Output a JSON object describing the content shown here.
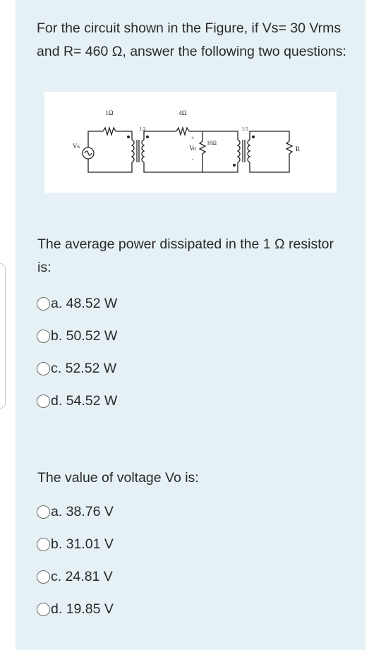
{
  "intro": "For the circuit shown in the Figure, if Vs= 30 Vrms and R= 460 Ω, answer the following two questions:",
  "figure": {
    "r1_label": "1Ω",
    "r2_label": "4Ω",
    "t1_ratio": "1:2",
    "t2_ratio": "1:5",
    "vs_label": "Vs",
    "vo_label": "Vo",
    "plus": "+",
    "minus": "-",
    "r16_label": "16Ω",
    "r_label": "R"
  },
  "question1": {
    "text": "The average power dissipated in the 1 Ω resistor is:",
    "options": [
      "a. 48.52 W",
      "b. 50.52 W",
      "c. 52.52 W",
      "d. 54.52 W"
    ]
  },
  "question2": {
    "text": "The value of voltage Vo is:",
    "options": [
      "a. 38.76 V",
      "b. 31.01 V",
      "c. 24.81 V",
      "d. 19.85 V"
    ]
  }
}
